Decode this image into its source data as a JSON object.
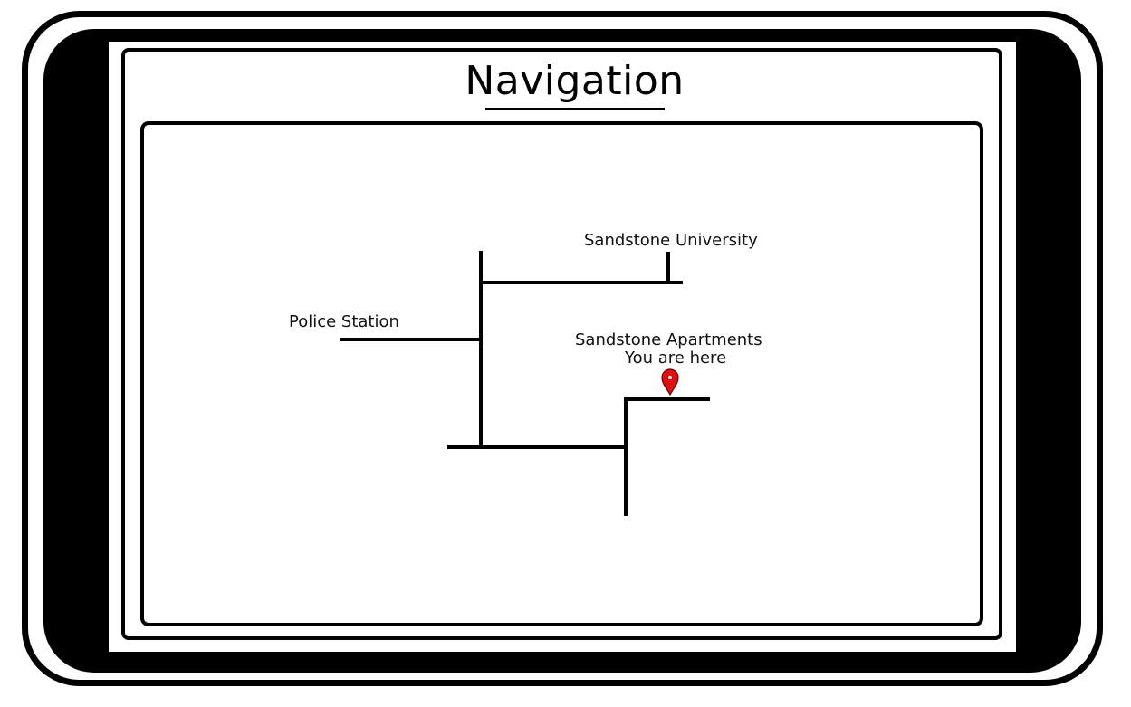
{
  "header": {
    "title": "Navigation"
  },
  "map": {
    "places": {
      "university": "Sandstone University",
      "police": "Police Station",
      "apartments": "Sandstone Apartments",
      "current_location": "You are here"
    },
    "marker_color": "#e01010"
  }
}
